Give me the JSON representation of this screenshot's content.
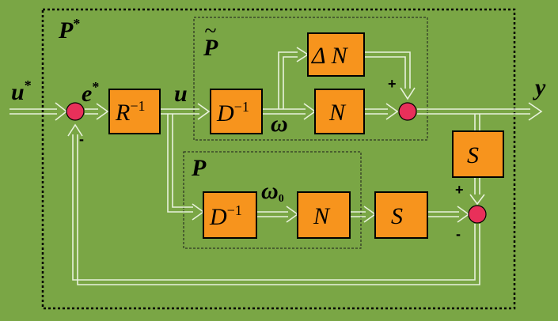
{
  "frames": {
    "outer_label": "P",
    "outer_star": "*",
    "ptilde_label": "P",
    "ptilde_tilde": "~",
    "p_label": "P"
  },
  "signals": {
    "u_star": "u",
    "u_star_sup": "*",
    "e_star": "e",
    "e_star_sup": "*",
    "u": "u",
    "omega": "ω",
    "omega0": "ω",
    "omega0_sub": "0",
    "y": "y"
  },
  "blocks": {
    "r_inv": {
      "base": "R",
      "sup": "−1"
    },
    "d_inv_top": {
      "base": "D",
      "sup": "−1"
    },
    "n_top": "N",
    "delta_n": "Δ N",
    "s_right": "S",
    "d_inv_bottom": {
      "base": "D",
      "sup": "−1"
    },
    "n_bottom": "N",
    "s_bottom": "S"
  },
  "signs": {
    "input_minus": "-",
    "top_plus": "+",
    "bottom_plus": "+",
    "bottom_minus": "-"
  }
}
